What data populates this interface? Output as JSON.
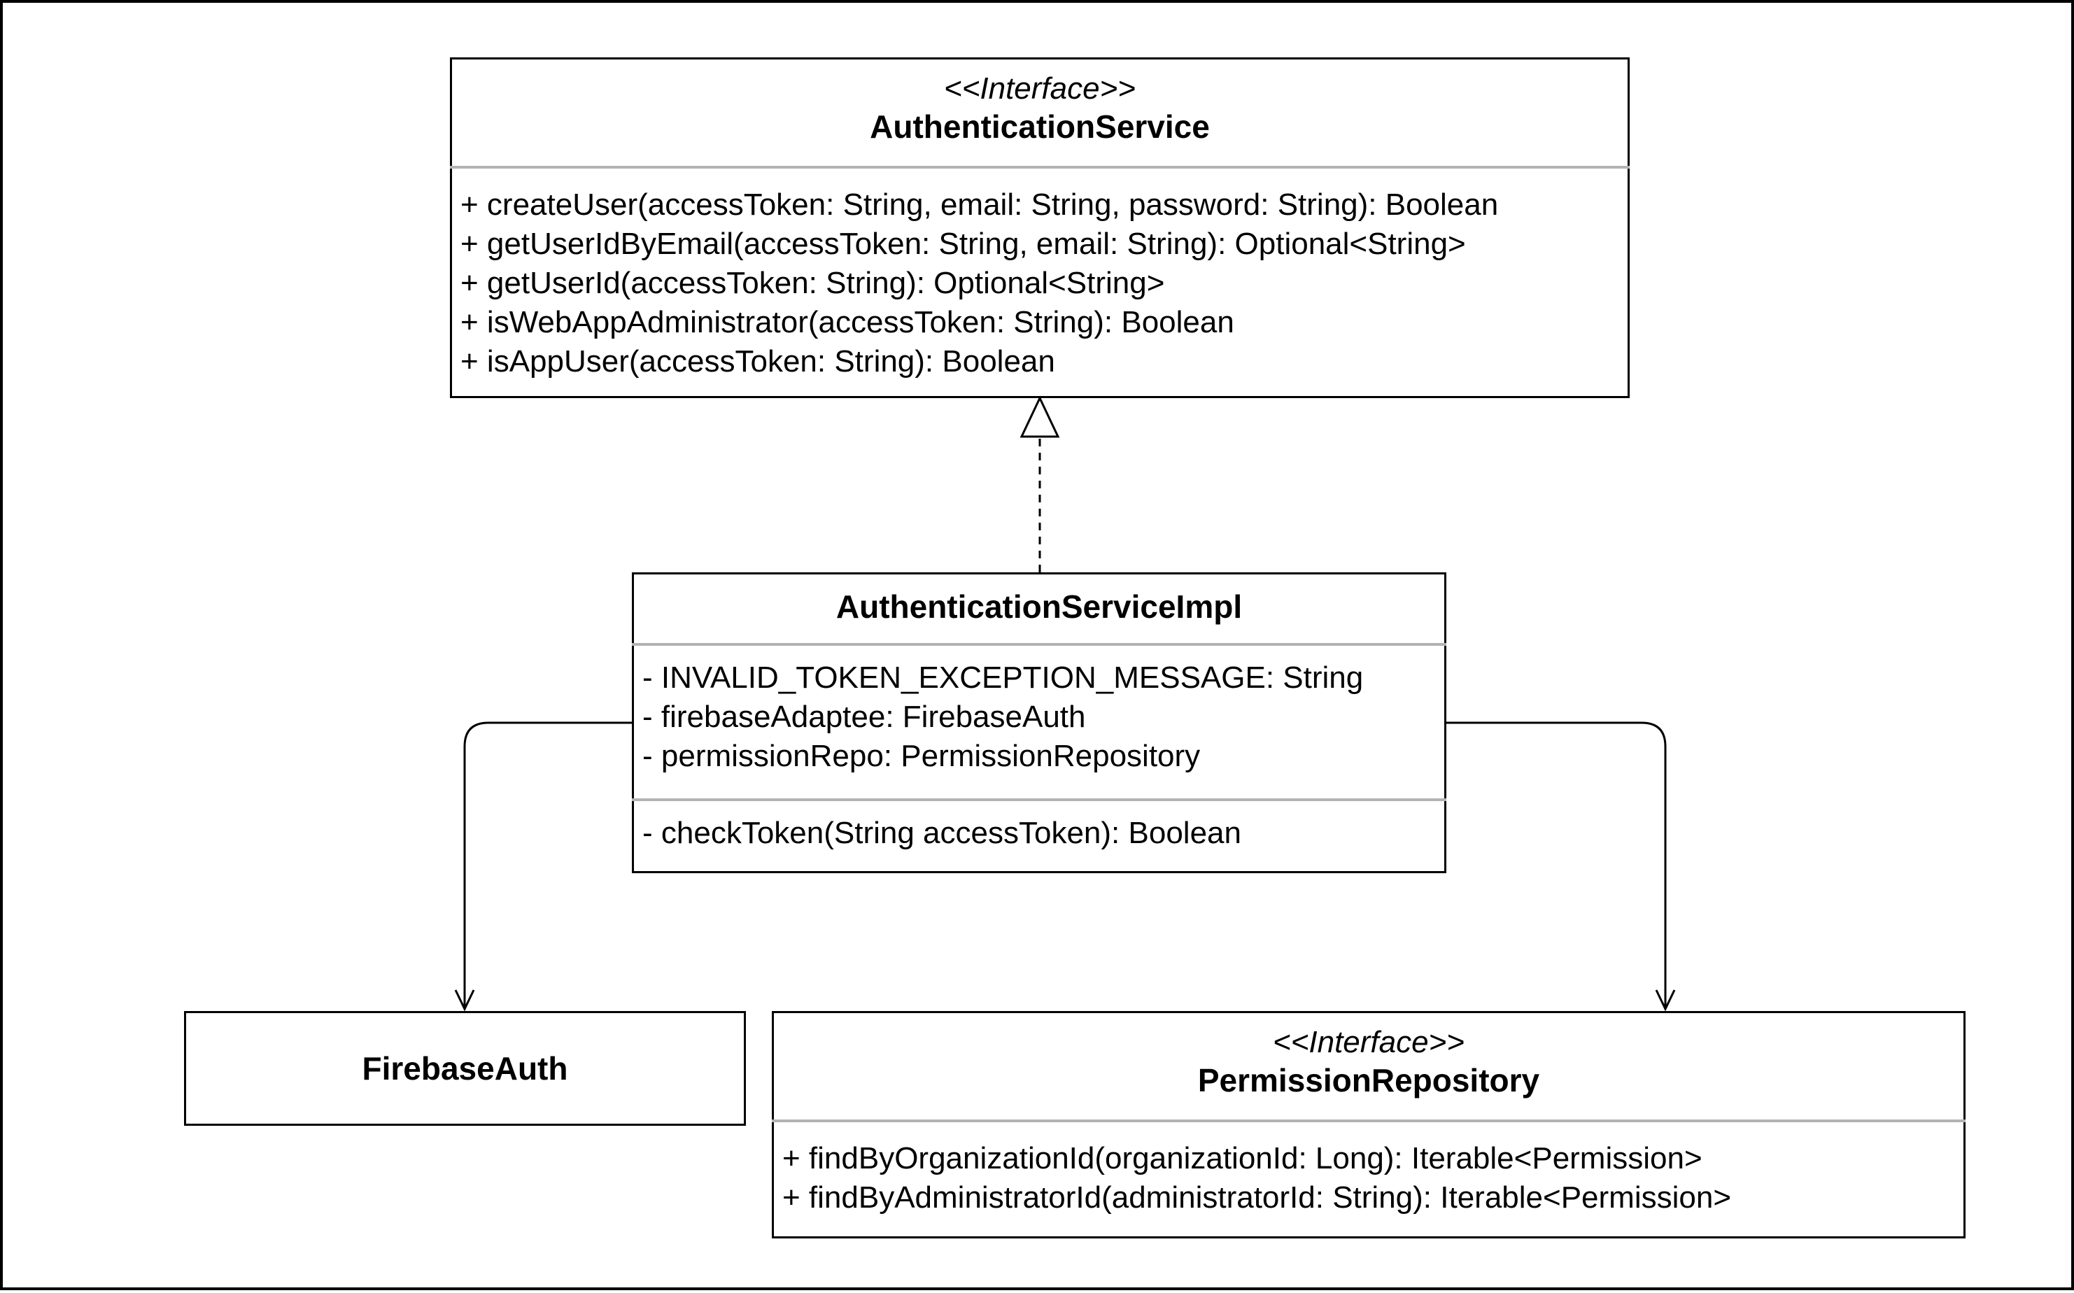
{
  "colors": {
    "line": "#000000",
    "divider": "#b3b3b3",
    "background": "#ffffff"
  },
  "classes": {
    "authentication_service": {
      "stereotype": "<<Interface>>",
      "name": "AuthenticationService",
      "operations": [
        "+ createUser(accessToken: String, email: String, password: String): Boolean",
        "+ getUserIdByEmail(accessToken: String, email: String): Optional<String>",
        "+ getUserId(accessToken: String): Optional<String>",
        "+ isWebAppAdministrator(accessToken: String): Boolean",
        "+ isAppUser(accessToken: String): Boolean"
      ]
    },
    "authentication_service_impl": {
      "name": "AuthenticationServiceImpl",
      "attributes": [
        "- INVALID_TOKEN_EXCEPTION_MESSAGE: String",
        "- firebaseAdaptee: FirebaseAuth",
        "- permissionRepo: PermissionRepository"
      ],
      "operations": [
        "- checkToken(String accessToken): Boolean"
      ]
    },
    "firebase_auth": {
      "name": "FirebaseAuth"
    },
    "permission_repository": {
      "stereotype": "<<Interface>>",
      "name": "PermissionRepository",
      "operations": [
        "+ findByOrganizationId(organizationId: Long): Iterable<Permission>",
        "+ findByAdministratorId(administratorId: String): Iterable<Permission>"
      ]
    }
  },
  "relationships": [
    {
      "from": "AuthenticationServiceImpl",
      "to": "AuthenticationService",
      "kind": "realization"
    },
    {
      "from": "AuthenticationServiceImpl",
      "to": "FirebaseAuth",
      "kind": "association"
    },
    {
      "from": "AuthenticationServiceImpl",
      "to": "PermissionRepository",
      "kind": "association"
    }
  ]
}
